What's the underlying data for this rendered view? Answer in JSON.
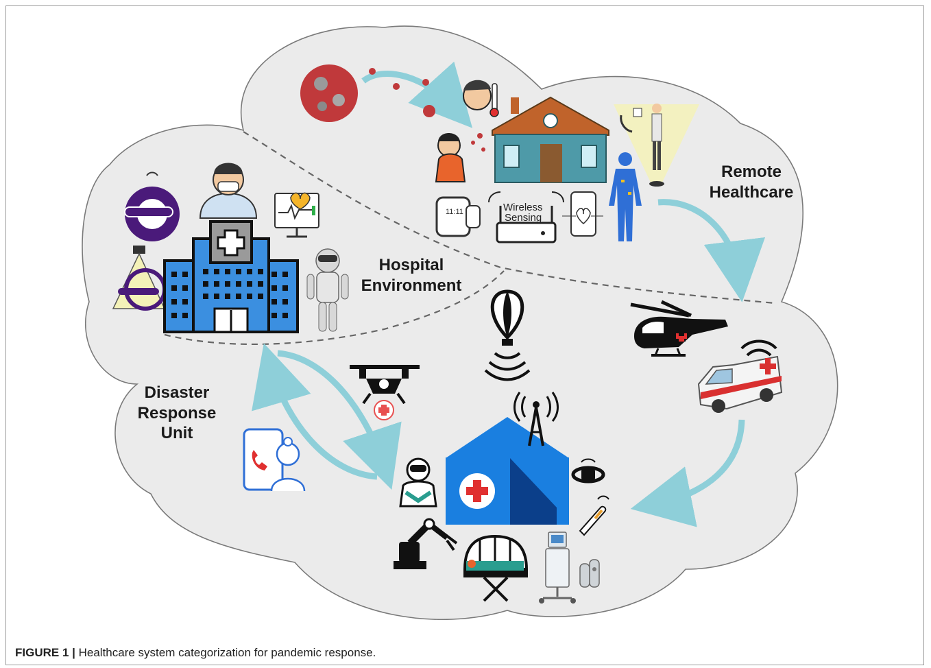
{
  "regions": {
    "remote": [
      "Remote",
      "Healthcare"
    ],
    "hospital": [
      "Hospital",
      "Environment"
    ],
    "disaster": [
      "Disaster",
      "Response",
      "Unit"
    ]
  },
  "router_label": [
    "Wireless",
    "Sensing"
  ],
  "watch_time": "11:11",
  "caption": {
    "prefix": "FIGURE 1 |",
    "text": " Healthcare system categorization for pandemic response."
  },
  "colors": {
    "cloud_fill": "#ebebeb",
    "cloud_stroke": "#7a7a7a",
    "arrow": "#8ecfd9",
    "hospital_blue": "#3b8fe0",
    "house_teal": "#4e9aa8",
    "tent_blue": "#1a7fe0",
    "purple": "#4a1a7a",
    "virus_red": "#c0393b",
    "body_blue": "#2f6fd6"
  },
  "icons": [
    "virus-icon",
    "sick-person-icon",
    "coughing-person-icon",
    "house-icon",
    "telemedicine-doctor-icon",
    "body-sensor-icon",
    "smartwatch-icon",
    "router-icon",
    "smartphone-ecg-icon",
    "doctor-icon",
    "ecg-monitor-icon",
    "mri-scanner-icon",
    "ct-scanner-icon",
    "hospital-building-icon",
    "robot-icon",
    "balloon-icon",
    "drone-icon",
    "helicopter-icon",
    "ambulance-icon",
    "telehealth-phone-icon",
    "tent-hospital-icon",
    "cell-tower-icon",
    "hazmat-worker-icon",
    "robotic-arm-icon",
    "isolation-pod-icon",
    "ventilator-icon",
    "wearable-band-icon",
    "thermometer-icon",
    "oxygen-tanks-icon"
  ]
}
